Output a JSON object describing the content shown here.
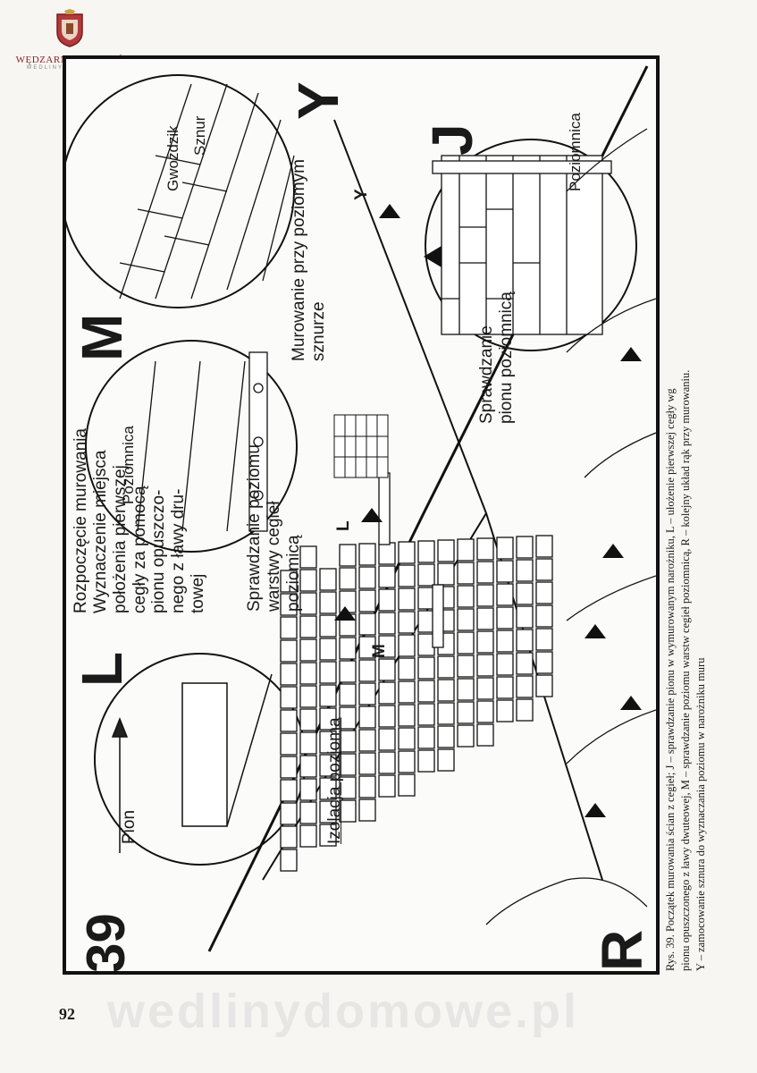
{
  "logo": {
    "name": "WĘDZARNICZA BRAĆ",
    "sub": "WEDLINYDOMOWE.PL"
  },
  "figure": {
    "number": "39",
    "letters": {
      "R": "R",
      "L": "L",
      "M": "M",
      "J": "J",
      "Y": "Y"
    },
    "labels": {
      "izolacja": "Izolacja pozioma",
      "pion": "Pion",
      "rozpoczecie": [
        "Rozpoczęcie murowania",
        "Wyznaczenie miejsca",
        "położenia pierwszej",
        "cegły za pomocą",
        "pionu opuszczo-",
        "nego z ławy dru-",
        "towej"
      ],
      "sprawdzanie_poziomu": [
        "Sprawdzanie poziomu",
        "warstwy cegieł",
        "poziomicą"
      ],
      "poziomnica_m": "Poziomnica",
      "szn": "Sznur",
      "gwozdz": "Gwoździk",
      "murowanie": [
        "Murowanie przy poziomym",
        "sznurze"
      ],
      "sprawdzanie_pionu": [
        "Sprawdzanie",
        "pionu poziomnicą"
      ],
      "poziomnica_j": "Poziomnica",
      "small_L": "L",
      "small_M": "M",
      "small_Y": "Y"
    }
  },
  "caption": {
    "lines": [
      "Rys. 39. Początek murowania ścian z cegieł; J – sprawdzanie pionu w wymurowanym narożniku, L – ułożenie pierwszej cegły wg",
      "pionu opuszczonego z ławy dwuteowej, M – sprawdzanie poziomu warstw cegieł poziomnicą, R – kolejny układ rąk przy murowaniu.",
      "Y – zamocowanie sznura do wyznaczania poziomu w narożniku muru"
    ]
  },
  "page_number": "92",
  "watermark": "wedlinydomowe.pl"
}
